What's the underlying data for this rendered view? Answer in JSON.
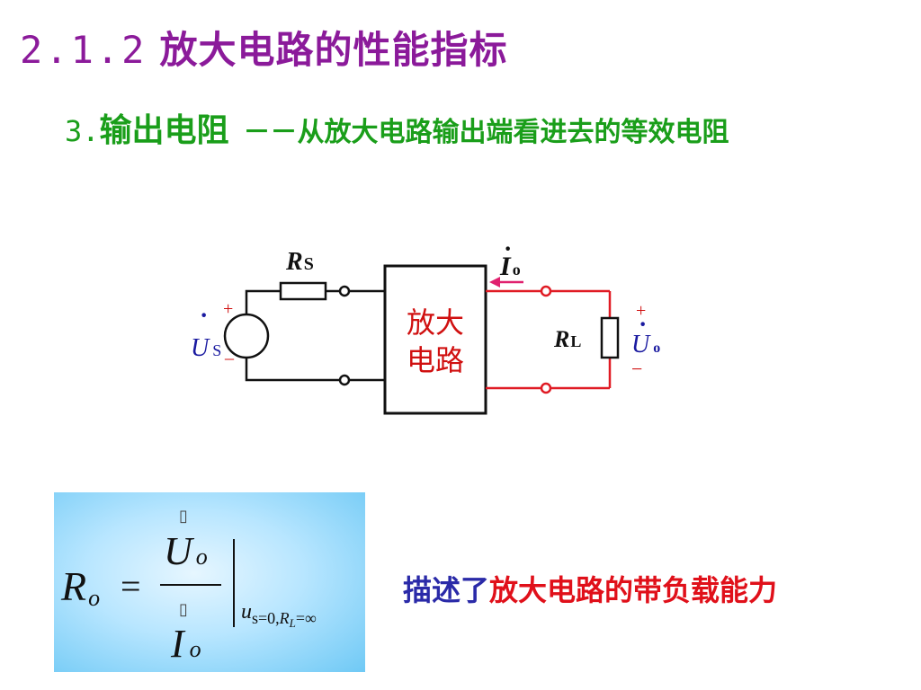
{
  "slide": {
    "title_number": "2.1.2",
    "title_text": "放大电路的性能指标",
    "subtitle_number": "3.",
    "subtitle_head": "输出电阻",
    "subtitle_desc": "－－从放大电路输出端看进去的等效电阻"
  },
  "circuit": {
    "rs_main": "R",
    "rs_sub": "S",
    "us_main": "U",
    "us_sub": "S",
    "us_plus": "+",
    "us_minus": "_",
    "box_line1": "放大",
    "box_line2": "电路",
    "io_main": "I",
    "io_sub": "o",
    "rl_main": "R",
    "rl_sub": "L",
    "uo_main": "U",
    "uo_sub": "o",
    "uo_plus": "+",
    "uo_minus": "−",
    "colors": {
      "output_wire": "#e01b24",
      "voltage_label": "#1a1aa0",
      "polarity": "#d01010",
      "current_arrow": "#e0206e"
    }
  },
  "formula": {
    "lhs_main": "R",
    "lhs_sub": "o",
    "equals": "=",
    "num_main": "U",
    "num_sub": "o",
    "den_main": "I",
    "den_sub": "o",
    "box_glyph": "▯",
    "cond_u": "u",
    "cond_text": "s=0,",
    "cond_r": "R",
    "cond_r_sub": "L",
    "cond_end": "=∞"
  },
  "note": {
    "prefix": "描述了",
    "highlight": "放大电路的带负载能力"
  }
}
